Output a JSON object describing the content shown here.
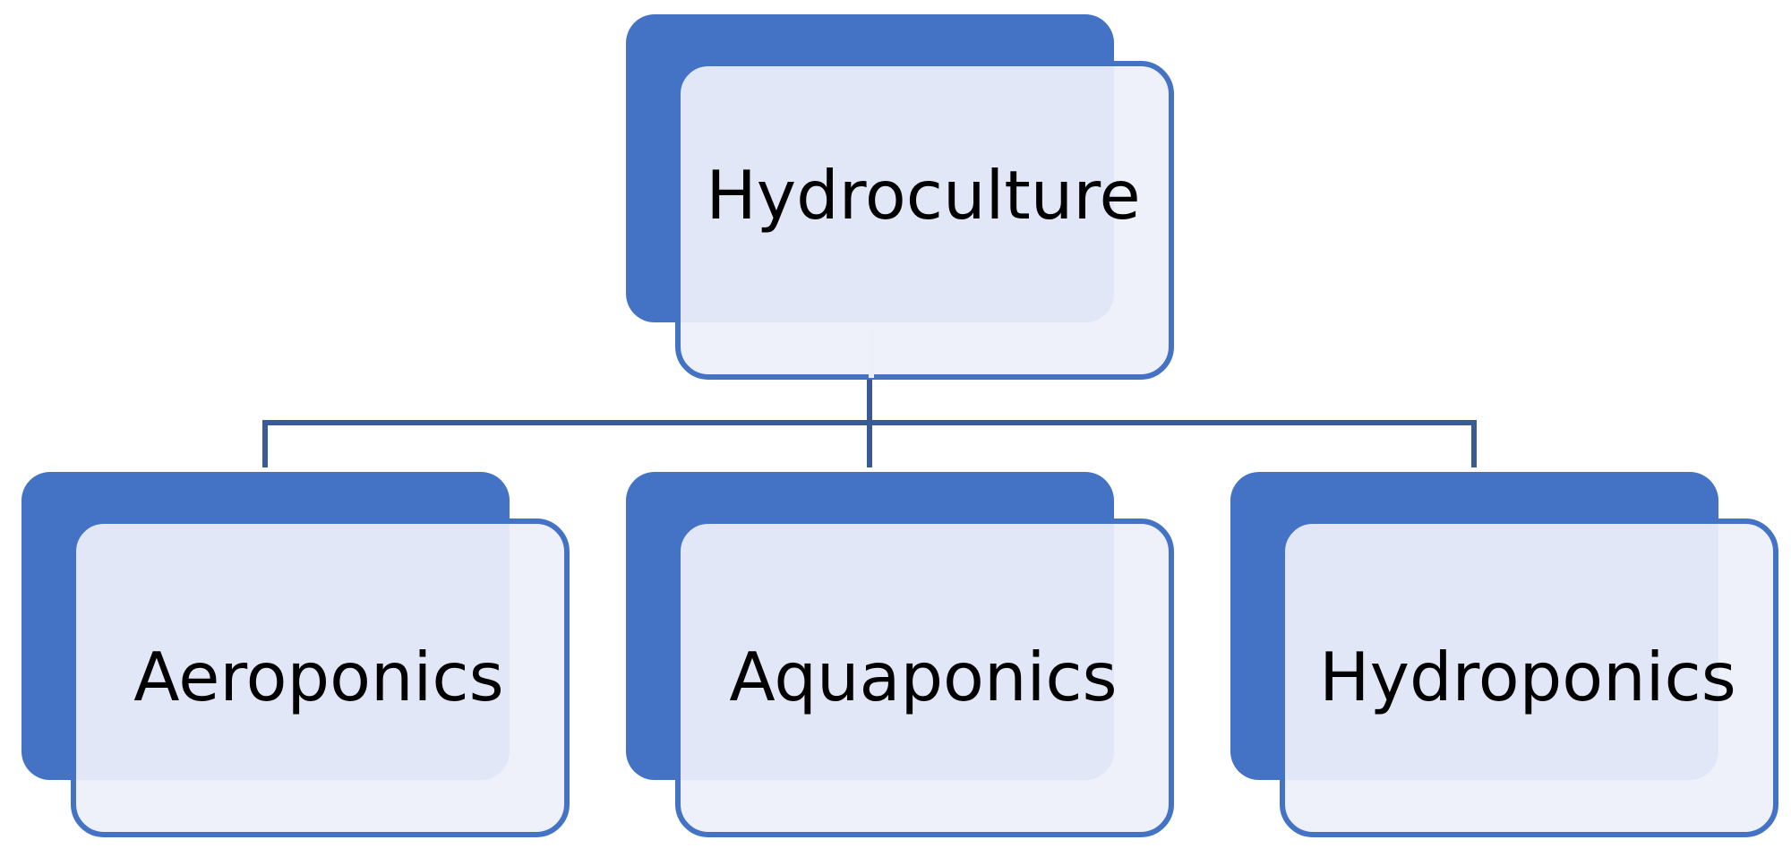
{
  "colors": {
    "block": "#4472C4",
    "panel_fill": "#EDF0FA",
    "panel_stroke": "#4472C4",
    "connector": "#3A5A95"
  },
  "diagram": {
    "root": {
      "label": "Hydroculture"
    },
    "children": [
      {
        "label": "Aeroponics"
      },
      {
        "label": "Aquaponics"
      },
      {
        "label": "Hydroponics"
      }
    ]
  }
}
